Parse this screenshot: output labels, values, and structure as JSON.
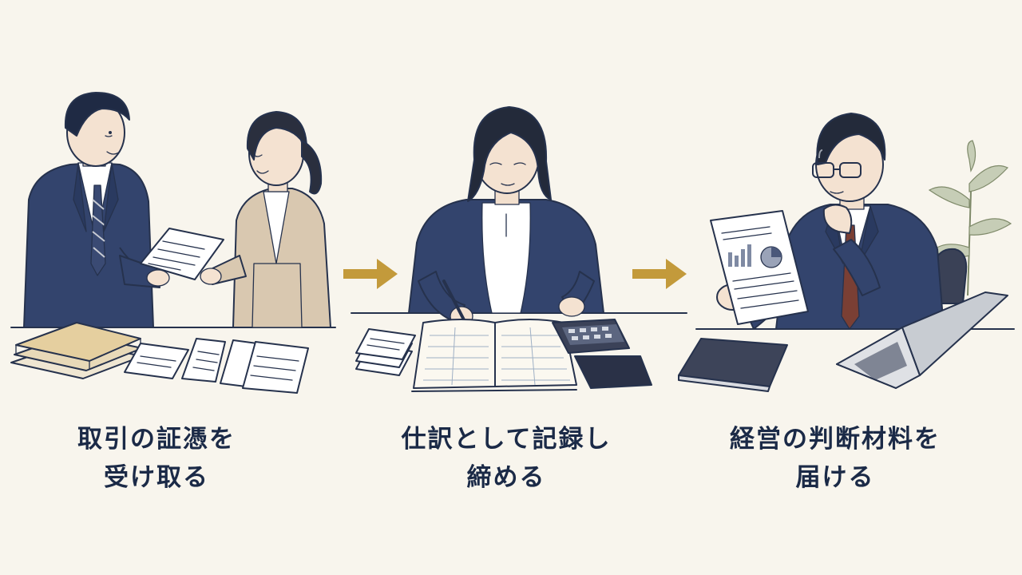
{
  "colors": {
    "background": "#f8f5ed",
    "navy": "#2f3f66",
    "beige": "#d8c7ae",
    "arrow": "#c39a3b",
    "text": "#1b2a47"
  },
  "steps": [
    {
      "line1": "取引の証憑を",
      "line2": "受け取る",
      "illustration": "two-people-exchanging-documents"
    },
    {
      "line1": "仕訳として記録し",
      "line2": "締める",
      "illustration": "woman-writing-ledger-with-calculator"
    },
    {
      "line1": "経営の判断材料を",
      "line2": "届ける",
      "illustration": "manager-reading-report"
    }
  ],
  "arrows": [
    {
      "icon": "arrow-right-icon"
    },
    {
      "icon": "arrow-right-icon"
    }
  ]
}
